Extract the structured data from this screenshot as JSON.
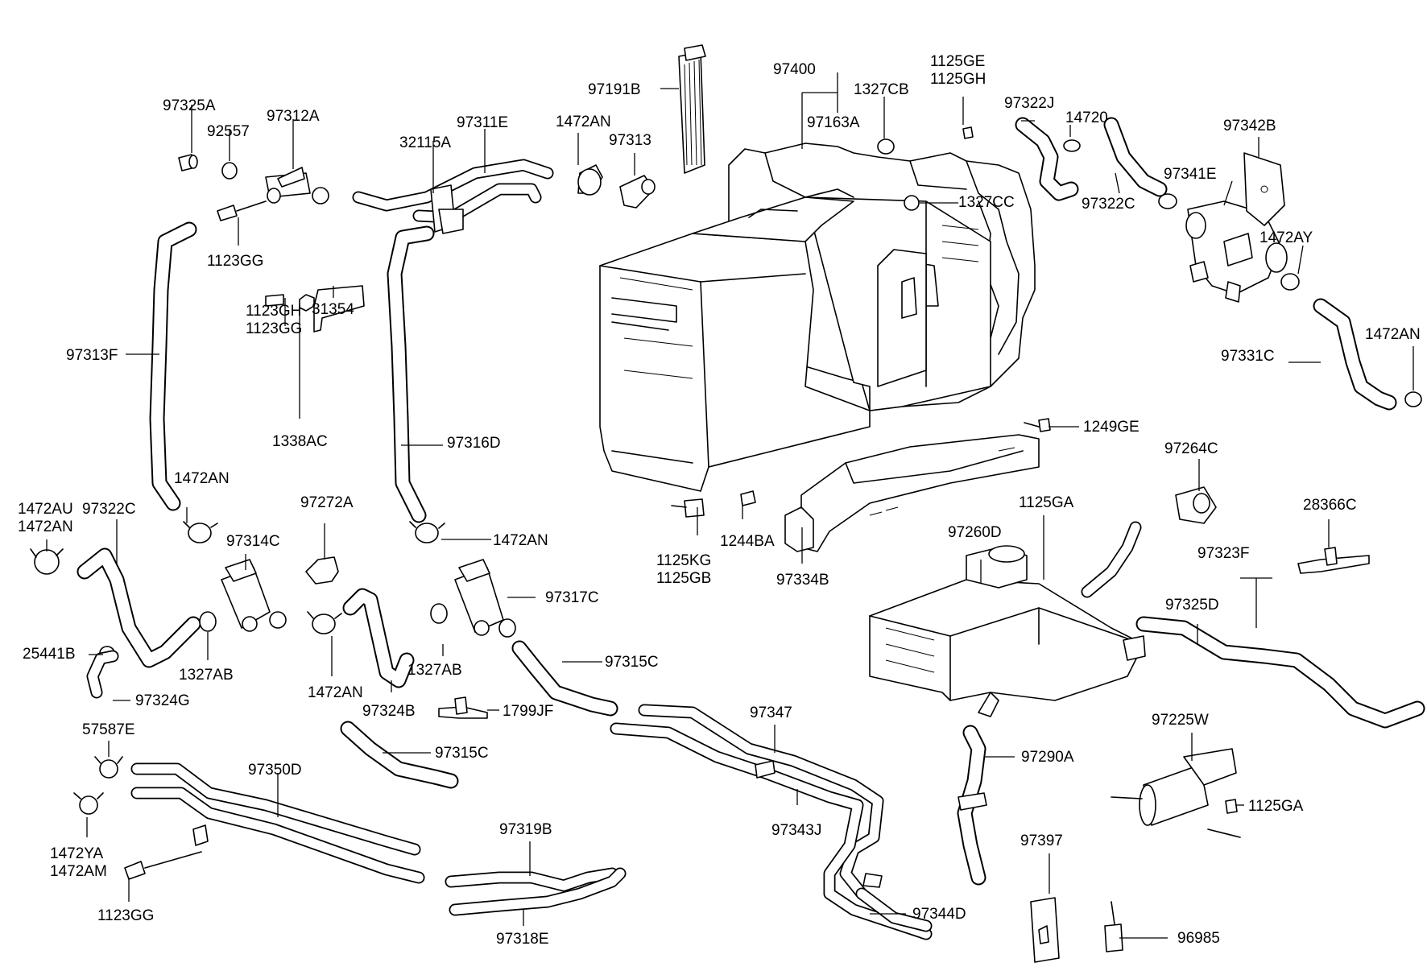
{
  "labels": {
    "l97325A": "97325A",
    "l92557": "92557",
    "l97312A": "97312A",
    "l1123GG_a": "1123GG",
    "l97313F": "97313F",
    "l1123GH_b": "1123GH",
    "l1123GG_b": "1123GG",
    "l31354": "31354",
    "l1338AC": "1338AC",
    "l32115A": "32115A",
    "l97311E": "97311E",
    "l97316D": "97316D",
    "l1472AN_a": "1472AN",
    "l97313": "97313",
    "l97191B": "97191B",
    "l97400": "97400",
    "l97163A": "97163A",
    "l1327CB": "1327CB",
    "l1125GE": "1125GE",
    "l1125GH": "1125GH",
    "l1327CC": "1327CC",
    "l97322J": "97322J",
    "l14720": "14720",
    "l97342B": "97342B",
    "l97341E": "97341E",
    "l97322C_a": "97322C",
    "l1472AY": "1472AY",
    "l1472AN_b": "1472AN",
    "l97331C": "97331C",
    "l1249GE": "1249GE",
    "l97264C": "97264C",
    "l28366C": "28366C",
    "l1125GA_a": "1125GA",
    "l97260D": "97260D",
    "l97323F": "97323F",
    "l97325D": "97325D",
    "l1125KG": "1125KG",
    "l1125GB": "1125GB",
    "l1244BA": "1244BA",
    "l97334B": "97334B",
    "l1472AN_c": "1472AN",
    "l1472AU": "1472AU",
    "l1472AN_d": "1472AN",
    "l97322C_b": "97322C",
    "l97314C": "97314C",
    "l97272A": "97272A",
    "l1472AN_e": "1472AN",
    "l97317C": "97317C",
    "l25441B": "25441B",
    "l1327AB_a": "1327AB",
    "l97324G": "97324G",
    "l1472AN_f": "1472AN",
    "l97324B": "97324B",
    "l1327AB_b": "1327AB",
    "l97315C_a": "97315C",
    "l1799JF": "1799JF",
    "l97347": "97347",
    "l97315C_b": "97315C",
    "l57587E": "57587E",
    "l97350D": "97350D",
    "l1472YA": "1472YA",
    "l1472AM": "1472AM",
    "l1123GG_c": "1123GG",
    "l97319B": "97319B",
    "l97318E": "97318E",
    "l97343J": "97343J",
    "l97344D": "97344D",
    "l97290A": "97290A",
    "l97225W": "97225W",
    "l1125GA_b": "1125GA",
    "l97397": "97397",
    "l96985": "96985"
  }
}
